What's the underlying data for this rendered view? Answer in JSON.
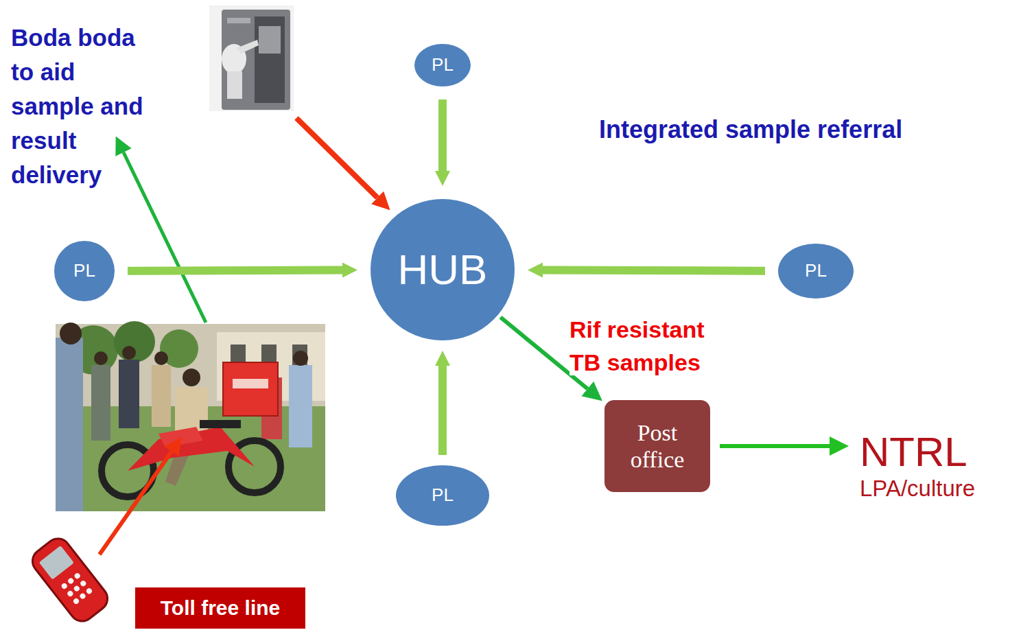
{
  "diagram": {
    "title": "Integrated sample referral",
    "nodes": [
      {
        "text": [
          "PL"
        ]
      },
      {
        "text": [
          "PL"
        ]
      },
      {
        "text": [
          "HUB"
        ]
      },
      {
        "text": [
          "PL"
        ]
      },
      {
        "text": [
          "Post office"
        ]
      },
      {
        "text": [
          "NTRL",
          "LPA/culture"
        ]
      },
      {
        "text": [
          "PL"
        ]
      },
      {
        "text": [
          "Toll free line"
        ]
      }
    ],
    "edges": [
      {
        "from": 0,
        "to": 2,
        "arrow": "to"
      },
      {
        "from": 1,
        "to": 2,
        "arrow": "to"
      },
      {
        "from": 3,
        "to": 2,
        "arrow": "to"
      },
      {
        "from": 6,
        "to": 2,
        "arrow": "to"
      },
      {
        "from": 2,
        "to": 4,
        "label": "Rif resistant TB samples",
        "arrow": "to"
      },
      {
        "from": 4,
        "to": 5,
        "arrow": "to"
      }
    ],
    "labels": [
      "Boda boda to aid sample and result delivery"
    ]
  }
}
